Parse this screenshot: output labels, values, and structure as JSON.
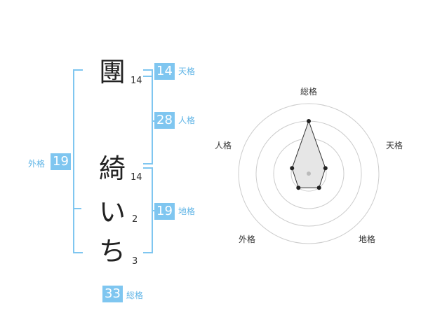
{
  "characters": [
    {
      "char": "團",
      "strokes": "14"
    },
    {
      "char": "綺",
      "strokes": "14"
    },
    {
      "char": "い",
      "strokes": "2"
    },
    {
      "char": "ち",
      "strokes": "3"
    }
  ],
  "kaku": {
    "tenkaku": {
      "value": "14",
      "label": "天格"
    },
    "jinkaku": {
      "value": "28",
      "label": "人格"
    },
    "chikaku": {
      "value": "19",
      "label": "地格"
    },
    "gaikaku": {
      "value": "19",
      "label": "外格"
    },
    "soukaku": {
      "value": "33",
      "label": "総格"
    }
  },
  "radar": {
    "labels": {
      "top": "総格",
      "right": "天格",
      "bottom_right": "地格",
      "bottom_left": "外格",
      "left": "人格"
    },
    "rings": 4,
    "values": {
      "soukaku": 0.75,
      "tenkaku": 0.25,
      "chikaku": 0.25,
      "gaikaku": 0.25,
      "jinkaku": 0.25
    }
  },
  "colors": {
    "accent": "#7fc6f0",
    "label": "#5fb4e6",
    "ring": "#cccccc",
    "fill": "#e6e6e6"
  }
}
